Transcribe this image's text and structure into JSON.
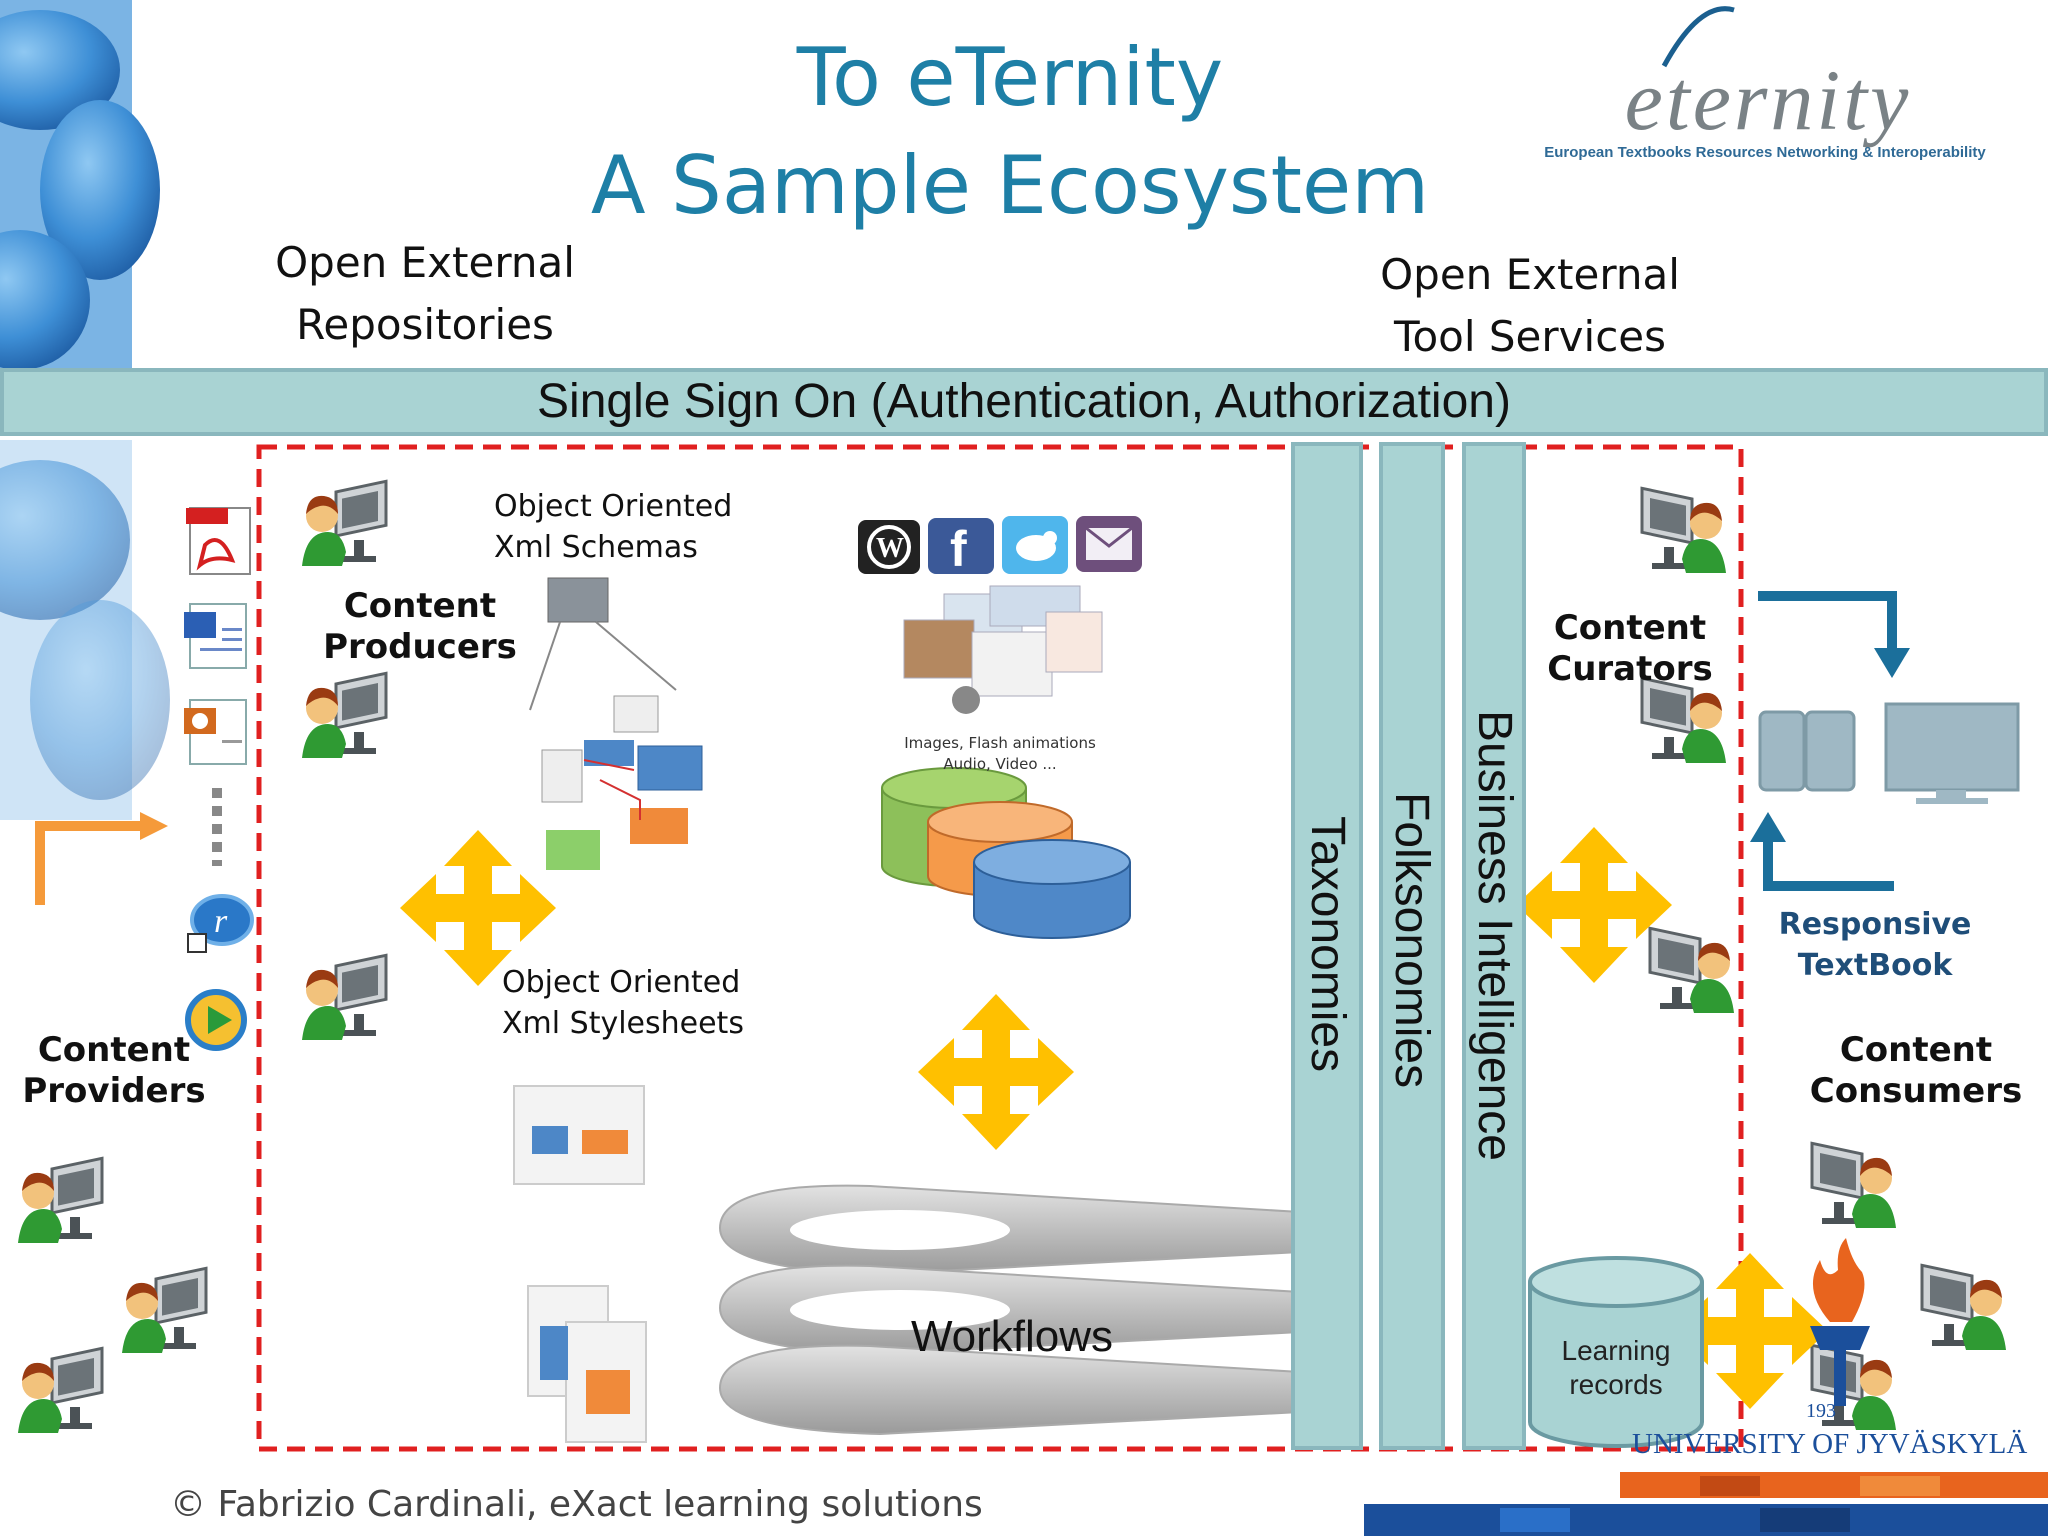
{
  "title": {
    "line1": "To  eTernity",
    "line2": "A Sample Ecosystem"
  },
  "logo": {
    "word": "eternity",
    "tagline": "European Textbooks Resources Networking & Interoperability"
  },
  "headers": {
    "repos": [
      "Open External",
      "Repositories"
    ],
    "tools": [
      "Open External",
      "Tool Services"
    ]
  },
  "sso": "Single Sign On (Authentication, Authorization)",
  "labels": {
    "content_producers": [
      "Content",
      "Producers"
    ],
    "content_providers": [
      "Content",
      "Providers"
    ],
    "content_curators": [
      "Content",
      "Curators"
    ],
    "content_consumers": [
      "Content",
      "Consumers"
    ],
    "responsive_textbook": [
      "Responsive",
      "TextBook"
    ],
    "xml_schemas": [
      "Object Oriented",
      "Xml Schemas"
    ],
    "xml_stylesheets": [
      "Object Oriented",
      "Xml Stylesheets"
    ],
    "media_caption": [
      "Images, Flash animations",
      "Audio, Video ..."
    ],
    "workflows": "Workflows",
    "learning_records": [
      "Learning",
      "records"
    ]
  },
  "vertical_bars": [
    "Taxonomies",
    "Folksonomies",
    "Business Intelligence"
  ],
  "file_icons": [
    "pdf-icon",
    "word-icon",
    "powerpoint-icon",
    "more-dots-icon",
    "realplayer-icon",
    "media-player-icon"
  ],
  "social_icons": [
    "wordpress-icon",
    "facebook-icon",
    "twitter-icon",
    "email-icon"
  ],
  "university": {
    "year": "193",
    "name": "UNIVERSITY OF JYVÄSKYLÄ"
  },
  "footer": "© Fabrizio Cardinali, eXact learning solutions",
  "colors": {
    "title": "#1e7fa6",
    "bar": "#a9d3d3",
    "dashed_border": "#e02020",
    "move_arrow": "#ffc000",
    "orange_arrow": "#f59a3a",
    "blue_arrow": "#1b6f9b",
    "responsive_text": "#1f4e79"
  }
}
